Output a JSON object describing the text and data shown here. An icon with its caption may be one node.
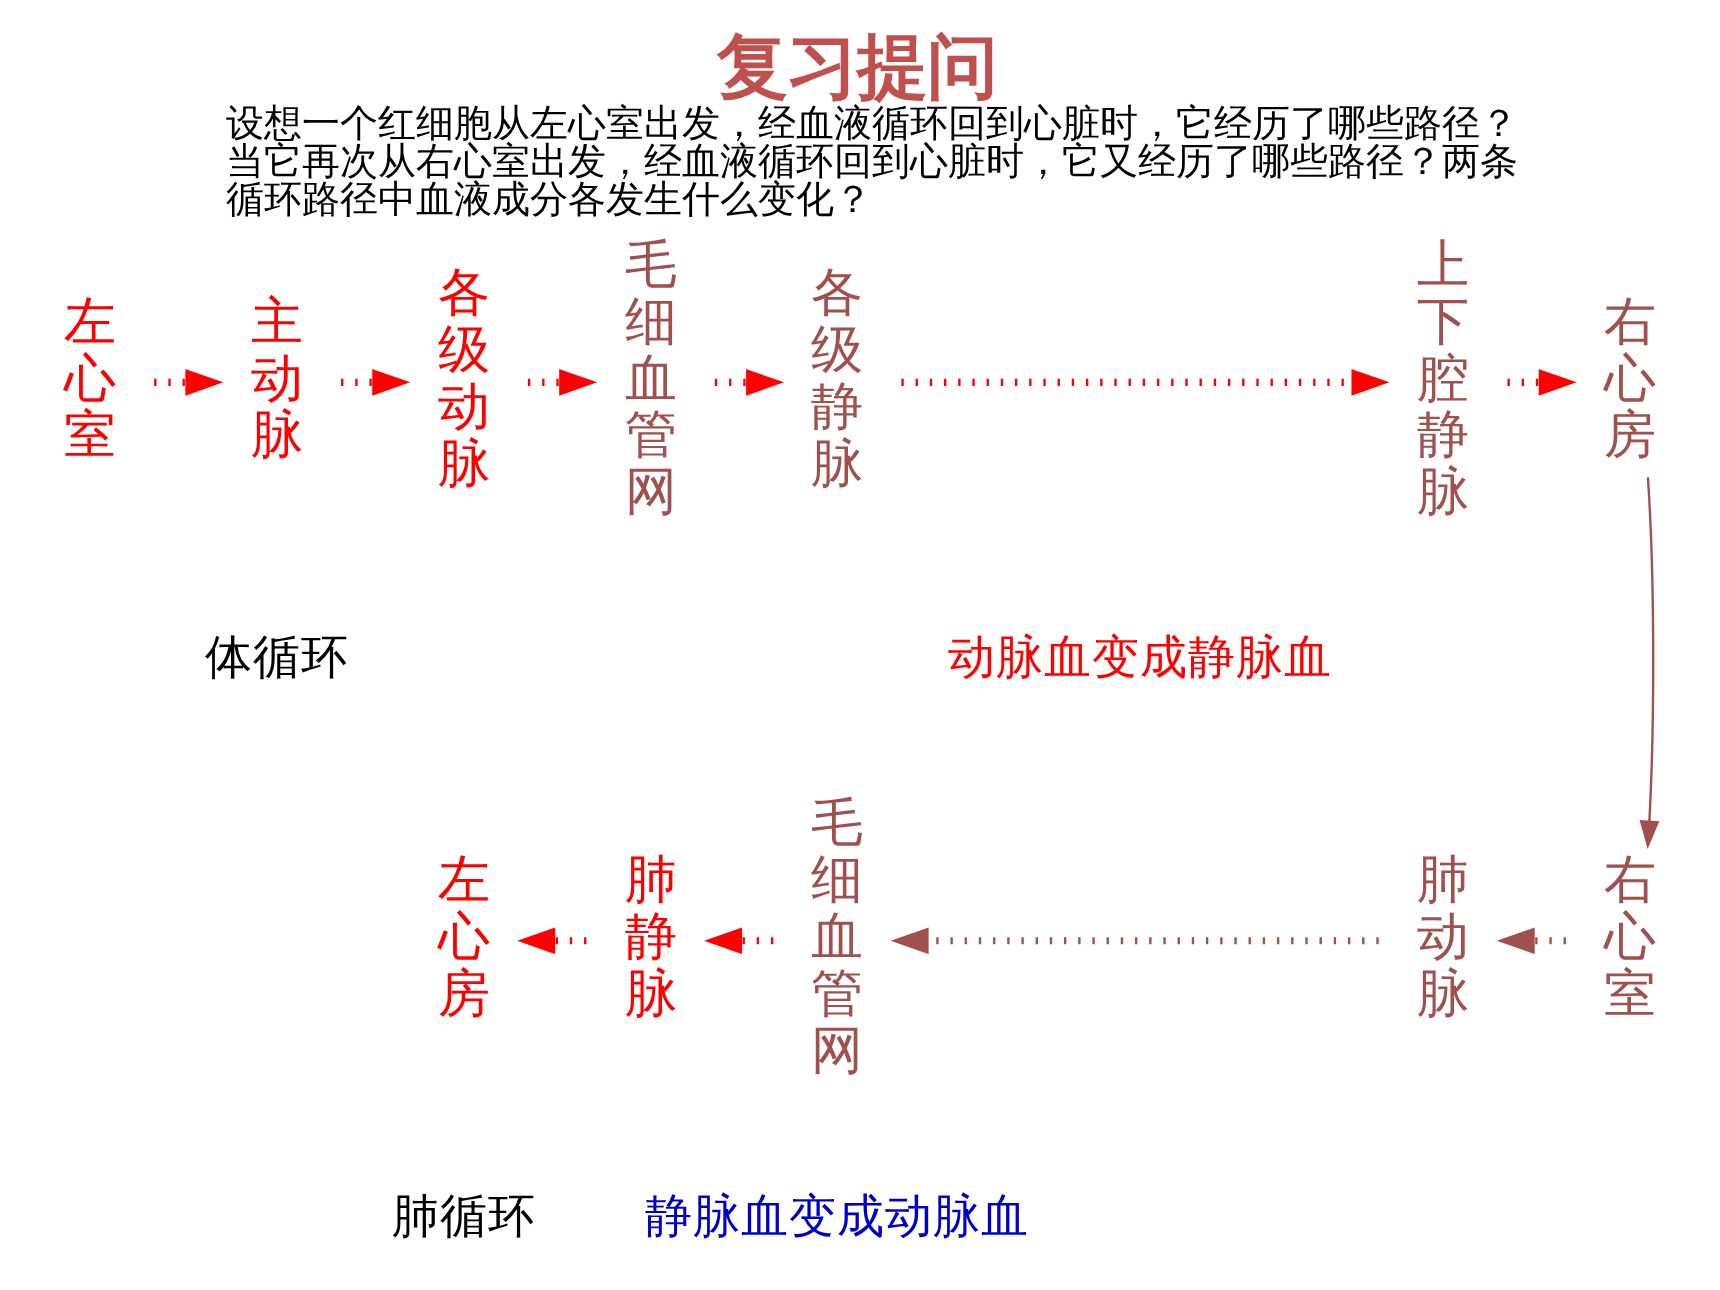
{
  "diagram": {
    "title": "复习提问",
    "caption": "设想一个红细胞从左心室出发，经血液循环回到心脏时，它经历了哪些路径？当它再次从右心室出发，经血液循环回到心脏时，它又经历了哪些路径？两条循环路径中血液成分各发生什么变化？",
    "nodes": [
      {
        "text": [
          "左心室"
        ]
      },
      {
        "text": [
          "主动脉"
        ]
      },
      {
        "text": [
          "各级动脉"
        ]
      },
      {
        "text": [
          "毛细血管网"
        ]
      },
      {
        "text": [
          "各级静脉"
        ]
      },
      {
        "text": [
          "上下腔静脉"
        ]
      },
      {
        "text": [
          "右心房"
        ]
      },
      {
        "text": [
          "右心室"
        ]
      },
      {
        "text": [
          "肺动脉"
        ]
      },
      {
        "text": [
          "毛细血管网"
        ]
      },
      {
        "text": [
          "肺静脉"
        ]
      },
      {
        "text": [
          "左心房"
        ]
      }
    ],
    "edges": [
      {
        "from": 0,
        "to": 1,
        "arrow": "to",
        "style": "dashed"
      },
      {
        "from": 1,
        "to": 2,
        "arrow": "to",
        "style": "dashed"
      },
      {
        "from": 2,
        "to": 3,
        "arrow": "to",
        "style": "dashed"
      },
      {
        "from": 3,
        "to": 4,
        "arrow": "to",
        "style": "dashed"
      },
      {
        "from": 4,
        "to": 5,
        "arrow": "to",
        "style": "dashed"
      },
      {
        "from": 5,
        "to": 6,
        "arrow": "to",
        "style": "dashed"
      },
      {
        "from": 6,
        "to": 7,
        "arrow": "to",
        "color": "#a0504d"
      },
      {
        "from": 7,
        "to": 8,
        "arrow": "to",
        "style": "dashed",
        "color": "#a0504d"
      },
      {
        "from": 8,
        "to": 9,
        "arrow": "to",
        "style": "dashed",
        "color": "#a0504d"
      },
      {
        "from": 9,
        "to": 10,
        "arrow": "to",
        "style": "dashed"
      },
      {
        "from": 10,
        "to": 11,
        "arrow": "to",
        "style": "dashed"
      }
    ],
    "labels": [
      "体循环",
      "动脉血变成静脉血",
      "肺循环",
      "静脉血变成动脉血"
    ]
  }
}
